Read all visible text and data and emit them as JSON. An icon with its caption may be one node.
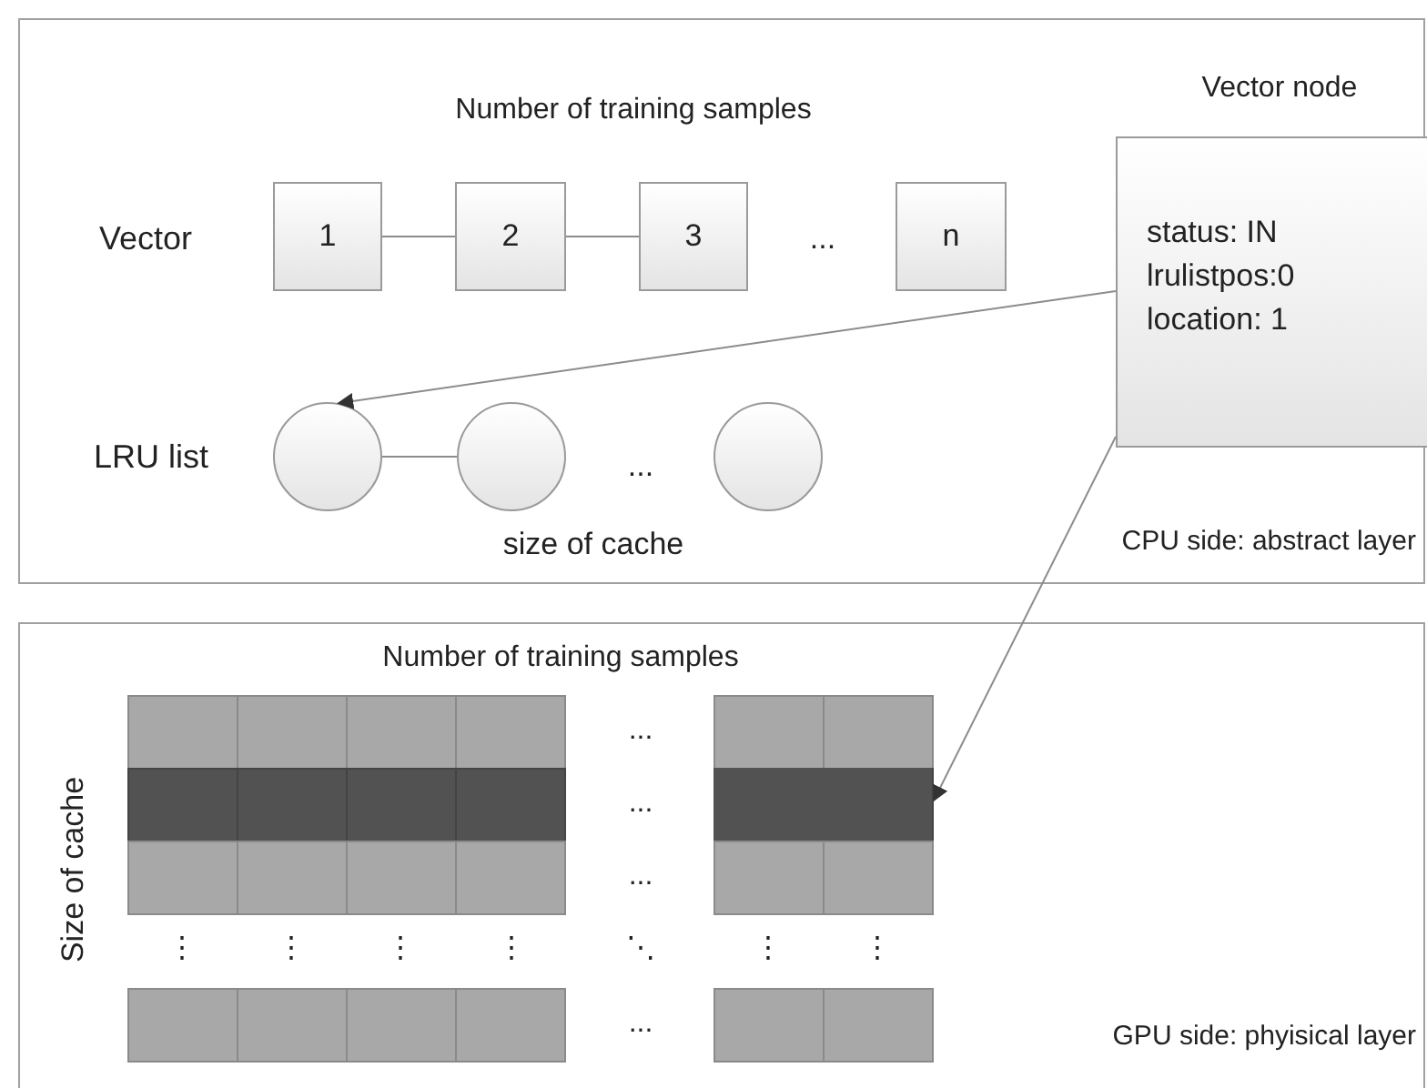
{
  "diagram": {
    "nodes": [
      {
        "text": [
          "CPU side: abstract layer"
        ]
      },
      {
        "text": [
          "1"
        ],
        "in": 0
      },
      {
        "text": [
          "2"
        ],
        "in": 0
      },
      {
        "text": [
          "3"
        ],
        "in": 0
      },
      {
        "text": [
          "n"
        ],
        "in": 0
      },
      {
        "text": [
          "Vector node",
          "status: IN",
          "lrulistpos:0",
          "location: 1"
        ],
        "in": 0
      },
      {
        "text": [],
        "shape": "circle",
        "in": 0
      },
      {
        "text": [],
        "shape": "circle",
        "in": 0
      },
      {
        "text": [],
        "shape": "circle",
        "in": 0
      },
      {
        "text": [
          "GPU side: phyisical layer"
        ]
      },
      {
        "text": [],
        "shape": "bar",
        "in": 9
      }
    ],
    "edges": [
      {
        "from": 1,
        "to": 2,
        "arrow": "none"
      },
      {
        "from": 2,
        "to": 3,
        "arrow": "none"
      },
      {
        "from": 6,
        "to": 7,
        "arrow": "none"
      },
      {
        "from": 5,
        "to": 6,
        "arrow": "to"
      },
      {
        "from": 5,
        "to": 10,
        "arrow": "to"
      }
    ],
    "labels": [
      "Number of training samples",
      "Vector",
      "...",
      "LRU list",
      "...",
      "size of cache",
      "Number of training samples",
      "Size of cache",
      "...",
      "...",
      "...",
      "⋮",
      "⋮",
      "⋮",
      "⋮",
      "⋱",
      "⋮",
      "⋮",
      "..."
    ]
  }
}
